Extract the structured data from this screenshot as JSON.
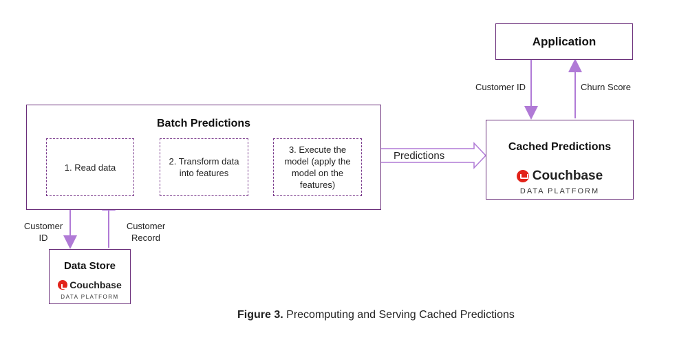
{
  "application": {
    "title": "Application"
  },
  "cached": {
    "title": "Cached Predictions",
    "logo_word": "Couchbase",
    "logo_sub": "DATA PLATFORM"
  },
  "batch": {
    "title": "Batch Predictions",
    "steps": [
      "1. Read data",
      "2. Transform data into features",
      "3. Execute the model (apply the model on the features)"
    ]
  },
  "datastore": {
    "title": "Data Store",
    "logo_word": "Couchbase",
    "logo_sub": "DATA PLATFORM"
  },
  "edges": {
    "customer_id_top": "Customer ID",
    "churn_score": "Churn Score",
    "predictions": "Predictions",
    "customer_id_bottom": "Customer ID",
    "customer_record": "Customer Record"
  },
  "caption": {
    "bold": "Figure 3.",
    "text": "Precomputing and Serving Cached Predictions"
  },
  "colors": {
    "border": "#6a2e7a",
    "arrow_light": "#b07ad6",
    "arrow_dark": "#6a2e7a",
    "logo_red": "#e2231a"
  }
}
